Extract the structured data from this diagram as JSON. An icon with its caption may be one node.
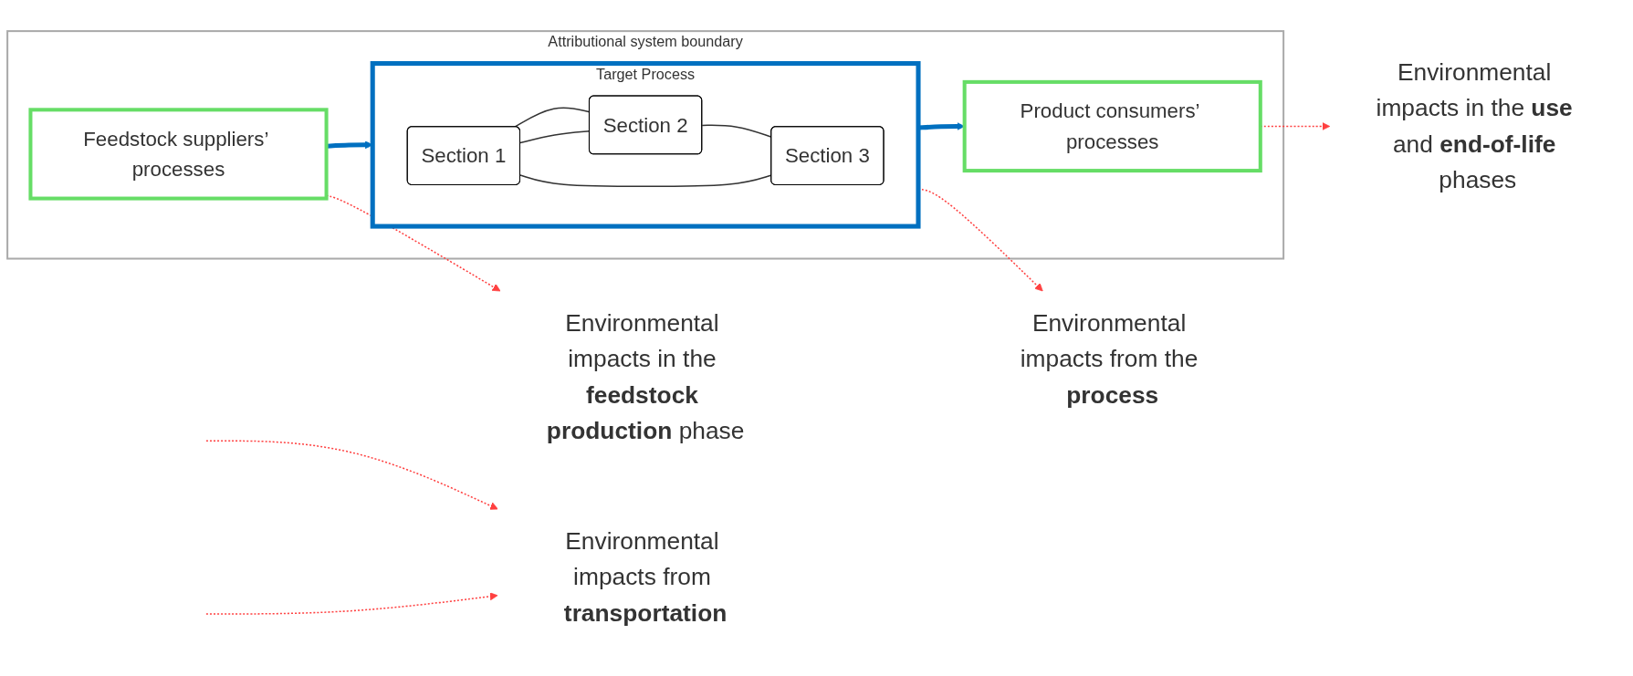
{
  "diagram": {
    "nodes": [
      {
        "text": [
          "Attributional system boundary"
        ]
      },
      {
        "text": [
          "Feedstock suppliers’ processes"
        ],
        "in": 0
      },
      {
        "text": [
          "Target Process"
        ],
        "in": 0
      },
      {
        "text": [
          "Section 1"
        ],
        "in": 2
      },
      {
        "text": [
          "Section 2"
        ],
        "in": 2
      },
      {
        "text": [
          "Section 3"
        ],
        "in": 2
      },
      {
        "text": [
          "Product consumers’ processes"
        ],
        "in": 0
      },
      {
        "text": [
          "Environmental impacts in the **feedstock production** phase"
        ]
      },
      {
        "text": [
          "Environmental impacts from **transportation**"
        ]
      },
      {
        "text": [
          "Environmental impacts from the **process**"
        ]
      },
      {
        "text": [
          "Environmental impacts in the **use** and **end-of-life** phases"
        ]
      }
    ],
    "edges": [
      {
        "from": 1,
        "to": 2,
        "arrow": "to",
        "style": "thick",
        "color": "#0070c0"
      },
      {
        "from": 2,
        "to": 6,
        "arrow": "to",
        "style": "thick",
        "color": "#0070c0"
      },
      {
        "from": 3,
        "to": 4,
        "arrow": "none",
        "color": "#333333"
      },
      {
        "from": 4,
        "to": 5,
        "arrow": "none",
        "color": "#333333"
      },
      {
        "from": 3,
        "to": 5,
        "arrow": "none",
        "color": "#333333"
      },
      {
        "from": 3,
        "to": 4,
        "arrow": "none",
        "color": "#333333"
      },
      {
        "from": 1,
        "to": 7,
        "arrow": "to",
        "style": "dashed",
        "color": "#ff4040"
      },
      {
        "from": null,
        "to": 8,
        "arrow": "to",
        "style": "dashed",
        "color": "#ff4040"
      },
      {
        "from": null,
        "to": 8,
        "arrow": "to",
        "style": "dashed",
        "color": "#ff4040"
      },
      {
        "from": 2,
        "to": 9,
        "arrow": "to",
        "style": "dashed",
        "color": "#ff4040"
      },
      {
        "from": 6,
        "to": 10,
        "arrow": "to",
        "style": "dashed",
        "color": "#ff4040"
      }
    ]
  }
}
